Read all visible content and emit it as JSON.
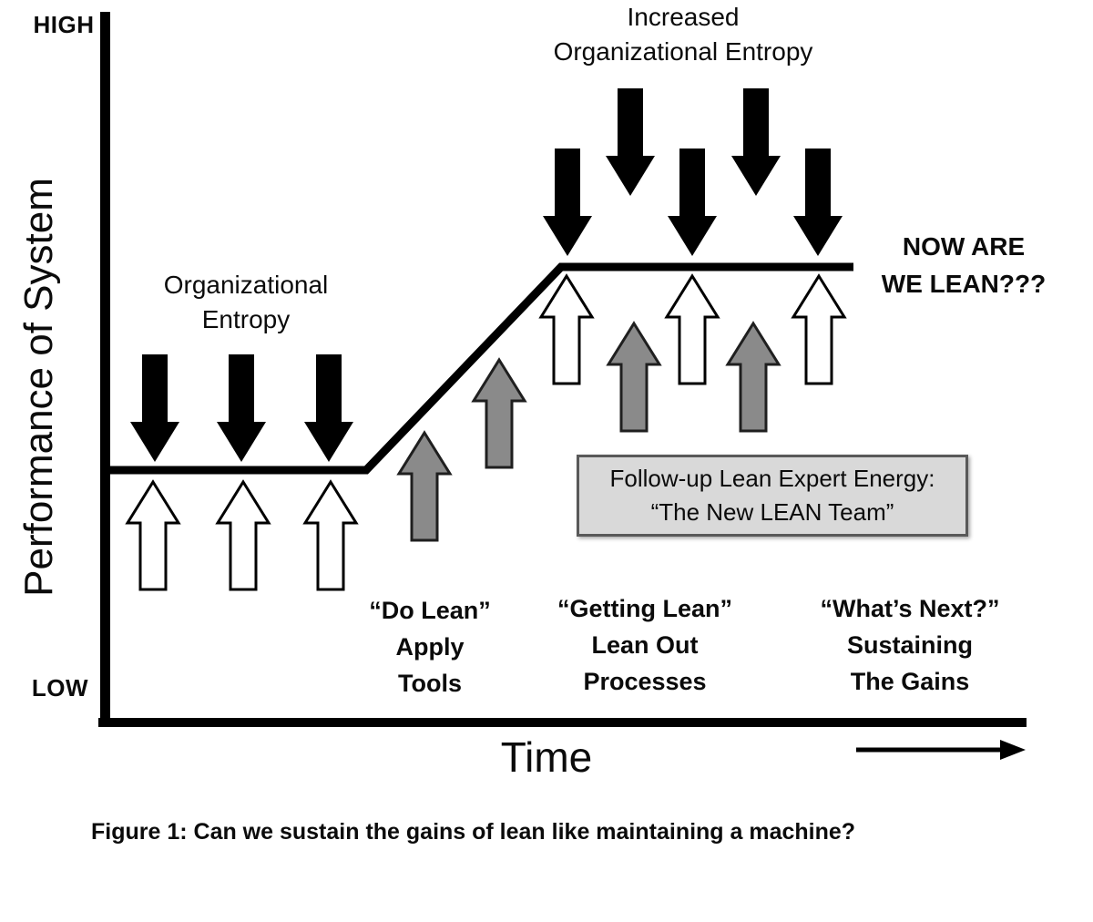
{
  "axes": {
    "y_max_label": "HIGH",
    "y_min_label": "LOW",
    "y_axis_title": "Performance of System",
    "x_axis_title": "Time"
  },
  "annotations": {
    "organizational_entropy": "Organizational\nEntropy",
    "increased_entropy": "Increased\nOrganizational Entropy",
    "now_are_we_lean": "NOW ARE\nWE LEAN???",
    "follow_up_box": "Follow-up Lean Expert Energy:\n“The New LEAN Team”"
  },
  "phases": [
    {
      "label": "“Do Lean”\nApply\nTools"
    },
    {
      "label": "“Getting Lean”\nLean Out\nProcesses"
    },
    {
      "label": "“What’s Next?”\nSustaining\nThe Gains"
    }
  ],
  "caption": "Figure 1: Can we sustain the gains of lean like maintaining a machine?",
  "performance_line": {
    "shape": "low plateau, rising ramp, high plateau",
    "points": [
      [
        113,
        516
      ],
      [
        402,
        516
      ],
      [
        616,
        293
      ],
      [
        937,
        293
      ]
    ]
  },
  "arrow_groups": [
    {
      "group": "organizational-entropy",
      "direction": "down",
      "color": "#000000",
      "count": 3,
      "region": "above-lower-plateau"
    },
    {
      "group": "counter-energy",
      "direction": "up",
      "color": "#ffffff",
      "count": 3,
      "region": "below-lower-plateau"
    },
    {
      "group": "lean-expert-energy",
      "direction": "up",
      "color": "#8a8a8a",
      "count": 4,
      "region": "ramp-and-upper-plateau"
    },
    {
      "group": "increased-organizational-entropy",
      "direction": "down",
      "color": "#000000",
      "count": 5,
      "region": "above-upper-plateau"
    },
    {
      "group": "sustaining-energy",
      "direction": "up",
      "color": "#ffffff",
      "count": 3,
      "region": "below-upper-plateau"
    }
  ],
  "colors": {
    "background": "#ffffff",
    "line": "#000000",
    "black_arrow": "#000000",
    "white_arrow_fill": "#ffffff",
    "gray_arrow_fill": "#8a8a8a",
    "box_fill": "#d9d9d9",
    "box_border": "#595959"
  }
}
